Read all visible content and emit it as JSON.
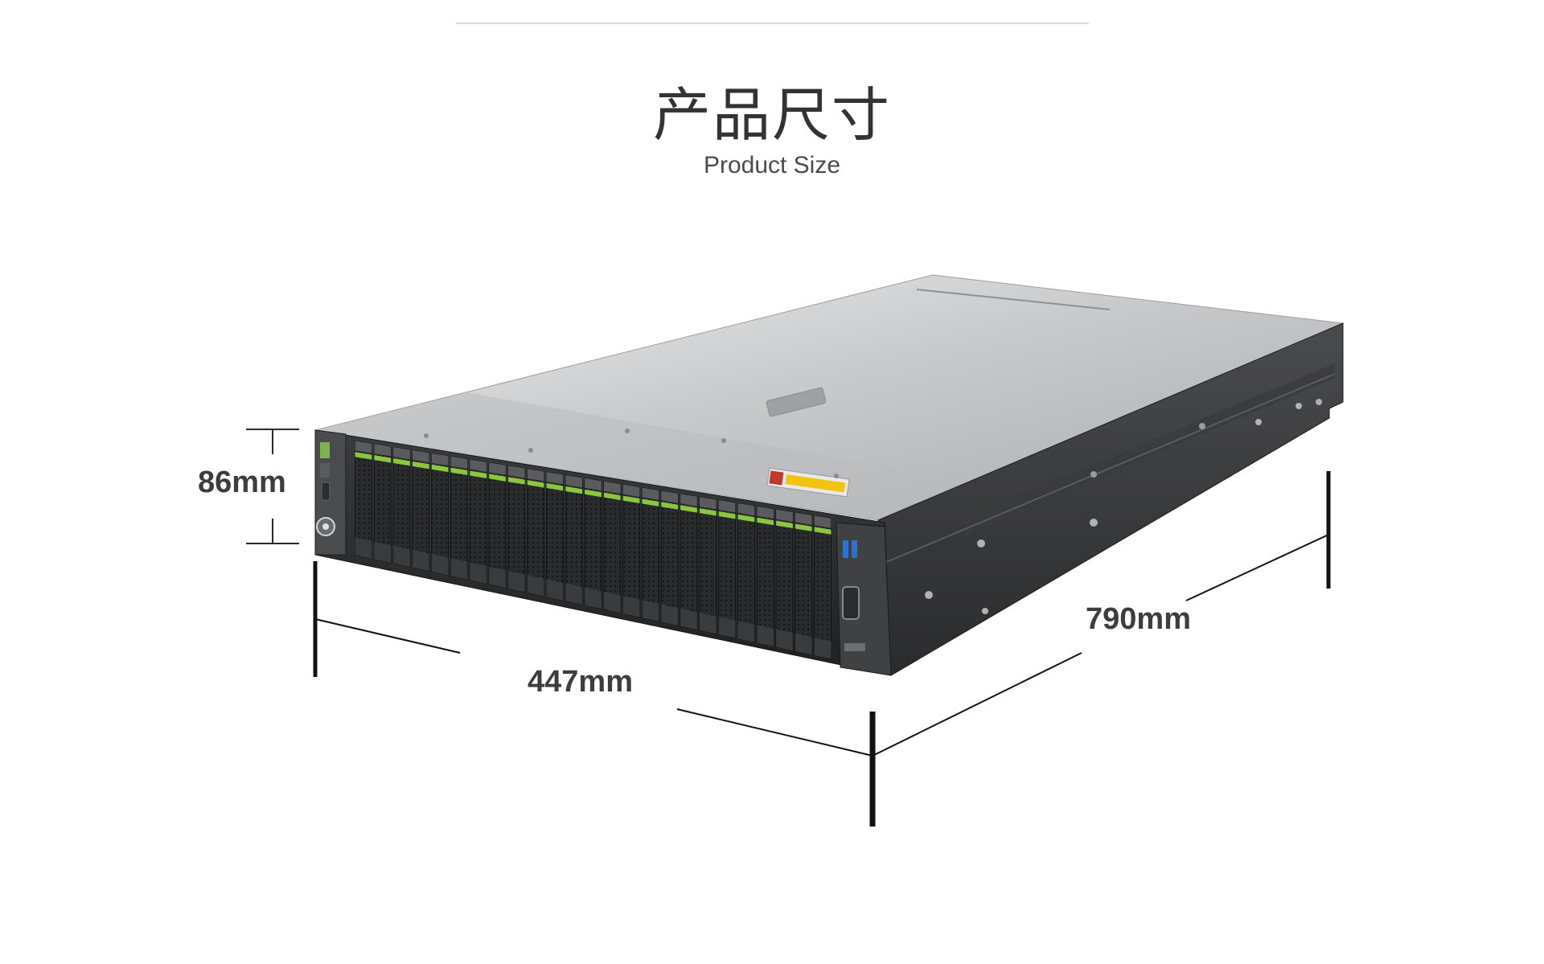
{
  "header": {
    "title_cn": "产品尺寸",
    "title_en": "Product Size"
  },
  "dimensions": {
    "height": "86mm",
    "width": "447mm",
    "depth": "790mm"
  },
  "drive_bays": {
    "count": 25
  },
  "colors": {
    "title": "#333333",
    "subtitle": "#4a4a4a",
    "dimension_text": "#3d3d3d",
    "dimension_line": "#111111",
    "chassis_top": "#c8c9cb",
    "chassis_front": "#2e2f31",
    "drive_led": "#8cc63f",
    "usb_port": "#2f6fd6"
  }
}
